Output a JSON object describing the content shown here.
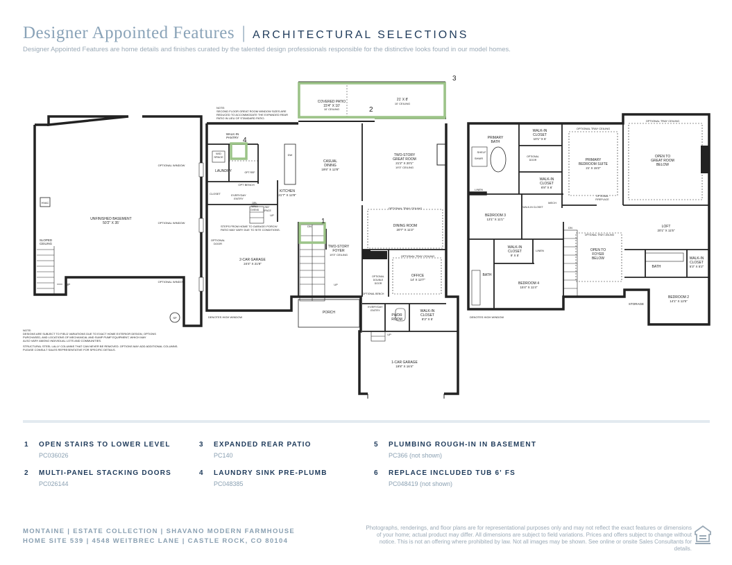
{
  "header": {
    "title": "Designer Appointed Features",
    "separator": "|",
    "subtitle": "ARCHITECTURAL SELECTIONS",
    "description": "Designer Appointed Features are home details and finishes curated by the talented design professionals responsible for the distinctive looks found in our model homes."
  },
  "basement": {
    "label": "UNFINISHED BASEMENT",
    "dims": "50'2\" X 35'",
    "hvac": "HVAC",
    "sloped1": "SLOPED",
    "sloped2": "CEILING",
    "up": "UP",
    "window": "OPTIONAL WINDOW",
    "sp": "SP",
    "note": [
      "NOTE:",
      "DESIGNS ARE SUBJECT TO FIELD VARIATIONS DUE TO EXACT HOME EXTERIOR DESIGN, OPTIONS",
      "PURCHASED, AND LOCATIONS OF MECHANICAL AND SUMP PUMP EQUIPMENT, WHICH MAY",
      "ALSO VARY AMONG INDIVIDUAL LOTS AND COMMUNITIES.",
      "STRUCTURAL STEEL LALLY COLUMNS THAT CAN NEVER BE REMOVED. OPTIONS MAY ADD ADDITIONAL COLUMNS.",
      "PLEASE CONSULT SALES REPRESENTATIVE FOR SPECIFIC DETAILS."
    ]
  },
  "main": {
    "patio_note": [
      "NOTE:",
      "SECOND FLOOR GREAT ROOM WINDOW SIZES ARE",
      "REDUCED TO ACCOMMODATE THE EXPANDED REAR",
      "PATIO IN LIEU OF STANDARD PATIO."
    ],
    "covered_patio": "COVERED PATIO",
    "covered_patio_dims": "15'4\" X 10'",
    "covered_patio_ceiling": "10' CEILING",
    "patio_ext_dims": "21' X 8'",
    "patio_ext_ceiling": "10' CEILING",
    "walkin_pantry1": "WALK-IN",
    "walkin_pantry2": "PANTRY",
    "wd1": "W/D",
    "wd2": "SPACE",
    "laundry": "LAUNDRY",
    "dw": "DW",
    "opt_ref": "OPT REF",
    "opt_bench": "OPT BENCH",
    "casual_dining": "CASUAL",
    "casual_dining2": "DINING",
    "casual_dims": "19'6\" X 12'8\"",
    "great_room1": "TWO-STORY",
    "great_room2": "GREAT ROOM",
    "great_room_dims": "21'2\" X 20'1\"",
    "great_room_ceiling": "19'3\" CEILING",
    "kitchen": "KITCHEN",
    "kitchen_dims": "21'7\" X 12'8\"",
    "closet": "CLOSET",
    "everyday_entry1": "EVERYDAY",
    "everyday_entry2": "ENTRY",
    "drawer1": "DRL",
    "drawer2": "WALL",
    "ovens": "OVENS",
    "ref_space1": "REF",
    "ref_space2": "SPACE",
    "up": "UP",
    "steps_note1": "STEPS FROM HOME TO GARAGE/ PORCH/",
    "steps_note2": "PATIO MAY VARY DUE TO SITE CONDITIONS.",
    "opt_door1": "OPTIONAL",
    "opt_door2": "DOOR",
    "tray_ceiling": "OPTIONAL TRAY CEILING",
    "dining_room": "DINING ROOM",
    "dining_dims": "20'7\" X 11'2\"",
    "dn": "DN",
    "foyer1": "TWO-STORY",
    "foyer2": "FOYER",
    "foyer_ceiling": "19'3\" CEILING",
    "garage2": "2-CAR GARAGE",
    "garage2_dims": "24'4\" X 21'8\"",
    "office": "OFFICE",
    "office_dims": "14' X 12'7\"",
    "opt_double_door1": "OPTIONAL",
    "opt_double_door2": "DOUBLE",
    "opt_double_door3": "DOOR",
    "opt_bench2": "OPTIONAL BENCH",
    "porch": "PORCH",
    "pwdr1": "PWDR",
    "pwdr2": "ROOM",
    "walkin_closet1": "WALK-IN",
    "walkin_closet2": "CLOSET",
    "walkin_dims": "8'3\" X 5'",
    "garage1": "1-CAR GARAGE",
    "garage1_dims": "19'8\" X 16'4\"",
    "high_window": "DENOTES HIGH WINDOW"
  },
  "upper": {
    "primary_bath1": "PRIMARY",
    "primary_bath2": "BATH",
    "shelf": "SHELF",
    "shwr": "SHWR",
    "linen": "LINEN",
    "wic1": "WALK-IN",
    "wic2": "CLOSET",
    "wic1_dims": "10'1\" X 6'",
    "opt_door1": "OPTIONAL",
    "opt_door2": "DOOR",
    "wic2_dims": "6'8\" X 6'",
    "tray_ceiling": "OPTIONAL TRAY CEILING",
    "primary_suite1": "PRIMARY",
    "primary_suite2": "BEDROOM SUITE",
    "primary_suite_dims": "21' X 15'2\"",
    "opt_fireplace1": "OPTIONAL",
    "opt_fireplace2": "FIREPLACE",
    "open_great1": "OPEN TO",
    "open_great2": "GREAT ROOM",
    "open_great3": "BELOW",
    "bedroom3": "BEDROOM 3",
    "bedroom3_dims": "13'1\" X 11'1\"",
    "wic_small": "WALK-IN CLOSET",
    "mech": "MECH",
    "dn": "DN",
    "loft": "LOFT",
    "loft_dims": "20'1\" X 11'5\"",
    "wic3_dims": "9' X 5'",
    "linen2": "LINEN",
    "open_foyer1": "OPEN TO",
    "open_foyer2": "FOYER",
    "open_foyer3": "BELOW",
    "bath": "BATH",
    "wic4_dims": "5'3\" X 5'2\"",
    "bedroom4": "BEDROOM 4",
    "bedroom4_dims": "15'4\" X 11'4\"",
    "storage": "STORAGE",
    "bedroom2": "BEDROOM 2",
    "bedroom2_dims": "14'1\" X 12'5\"",
    "high_window": "DENOTES HIGH WINDOW"
  },
  "markers": [
    "1",
    "2",
    "3",
    "4"
  ],
  "options": [
    {
      "num": "1",
      "title": "OPEN STAIRS TO LOWER LEVEL",
      "code": "PC036026"
    },
    {
      "num": "2",
      "title": "MULTI-PANEL STACKING DOORS",
      "code": "PC026144"
    },
    {
      "num": "3",
      "title": "EXPANDED REAR PATIO",
      "code": "PC140"
    },
    {
      "num": "4",
      "title": "LAUNDRY SINK PRE-PLUMB",
      "code": "PC048385"
    },
    {
      "num": "5",
      "title": "PLUMBING ROUGH-IN IN BASEMENT",
      "code": "PC366 (not shown)"
    },
    {
      "num": "6",
      "title": "REPLACE INCLUDED TUB 6' FS",
      "code": "PC048419 (not shown)"
    }
  ],
  "footer": {
    "line1": "MONTAINE | ESTATE COLLECTION | SHAVANO MODERN FARMHOUSE",
    "line2": "HOME SITE 539 | 4548 WEITBREC LANE | CASTLE ROCK, CO 80104",
    "disclaimer": "Photographs, renderings, and floor plans are for representational purposes only and may not reflect the exact features or dimensions of your home; actual product may differ. All dimensions are subject to field variations. Prices and offers subject to change without notice. This is not an offering where prohibited by law. Not all images may be shown. See online or onsite Sales Consultants for details."
  },
  "colors": {
    "accent": "#9cc488",
    "navy": "#1e3a5a",
    "muted": "#8aa3b8"
  }
}
